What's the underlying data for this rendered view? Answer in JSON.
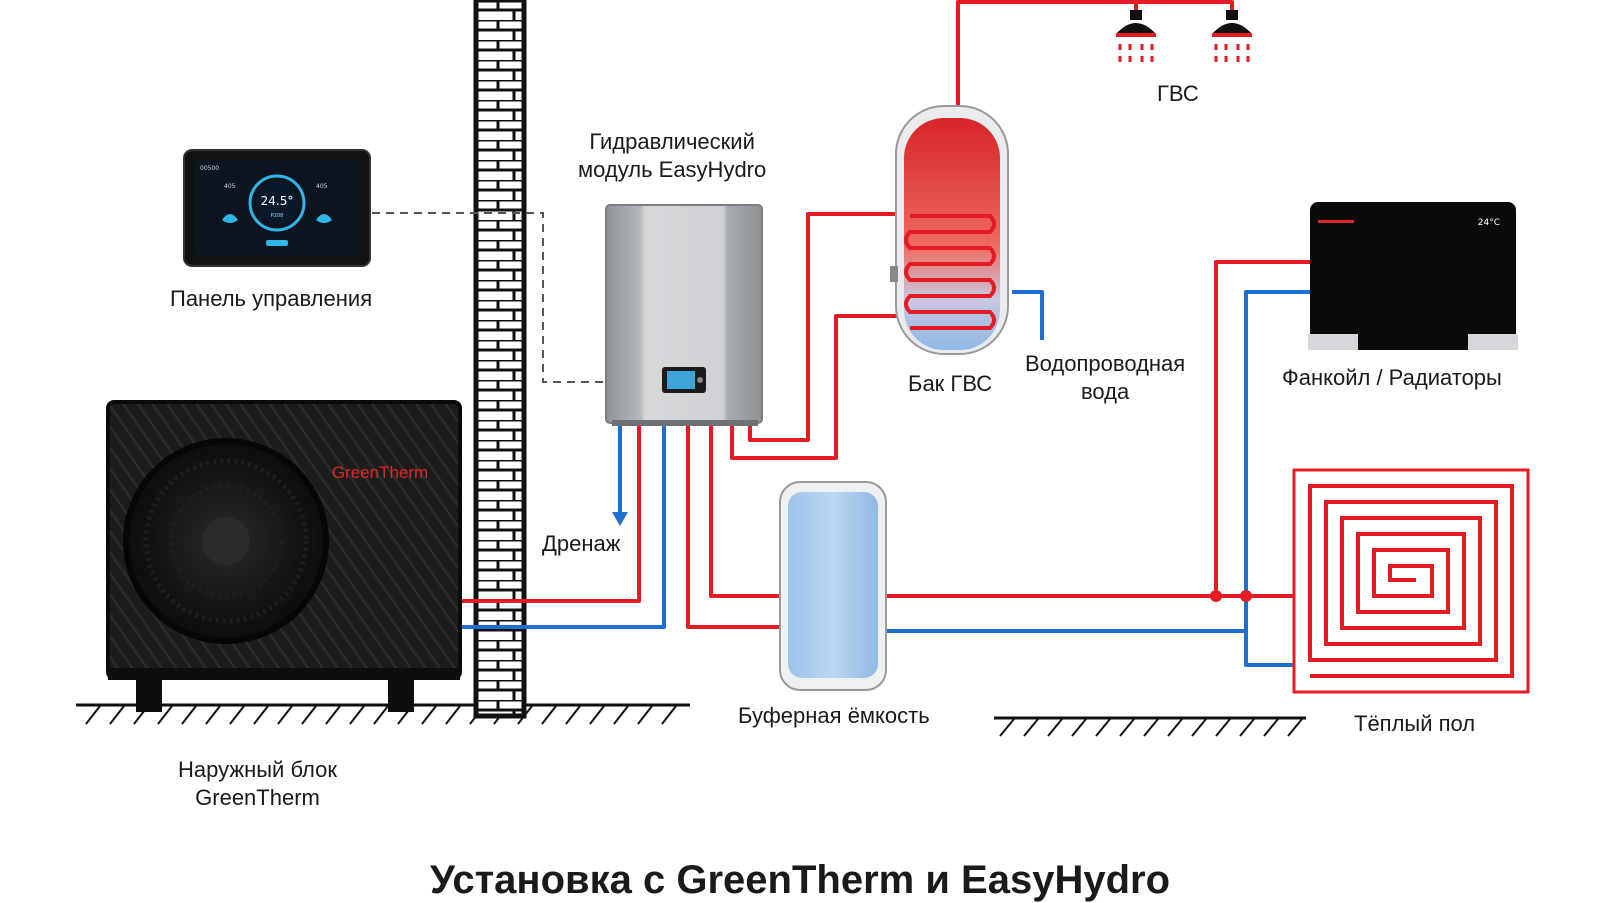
{
  "labels": {
    "control_panel": "Панель управления",
    "hydro_module_line1": "Гидравлический",
    "hydro_module_line2": "модуль EasyHydro",
    "dhw_tank": "Бак ГВС",
    "dhw": "ГВС",
    "tap_water_line1": "Водопроводная",
    "tap_water_line2": "вода",
    "fancoil": "Фанкойл / Радиаторы",
    "drain": "Дренаж",
    "buffer_tank": "Буферная ёмкость",
    "underfloor": "Тёплый пол",
    "outdoor_unit_line1": "Наружный блок",
    "outdoor_unit_line2": "GreenTherm"
  },
  "brand": "GreenTherm",
  "panel_screen": {
    "temperature": "24.5°",
    "top_left": "00500",
    "left_value": "405",
    "right_value": "405",
    "mode": "P208"
  },
  "fancoil_display": "24°C",
  "title": "Установка с GreenTherm и EasyHydro",
  "colors": {
    "hot_pipe": "#e31b23",
    "cold_pipe": "#1f6fd1",
    "unit_body": "#1b1b1b",
    "brand_red": "#e0262a",
    "panel_ring": "#2fb6e8"
  },
  "icons": [
    "shower-icon",
    "shower-icon",
    "drain-arrow-icon"
  ]
}
